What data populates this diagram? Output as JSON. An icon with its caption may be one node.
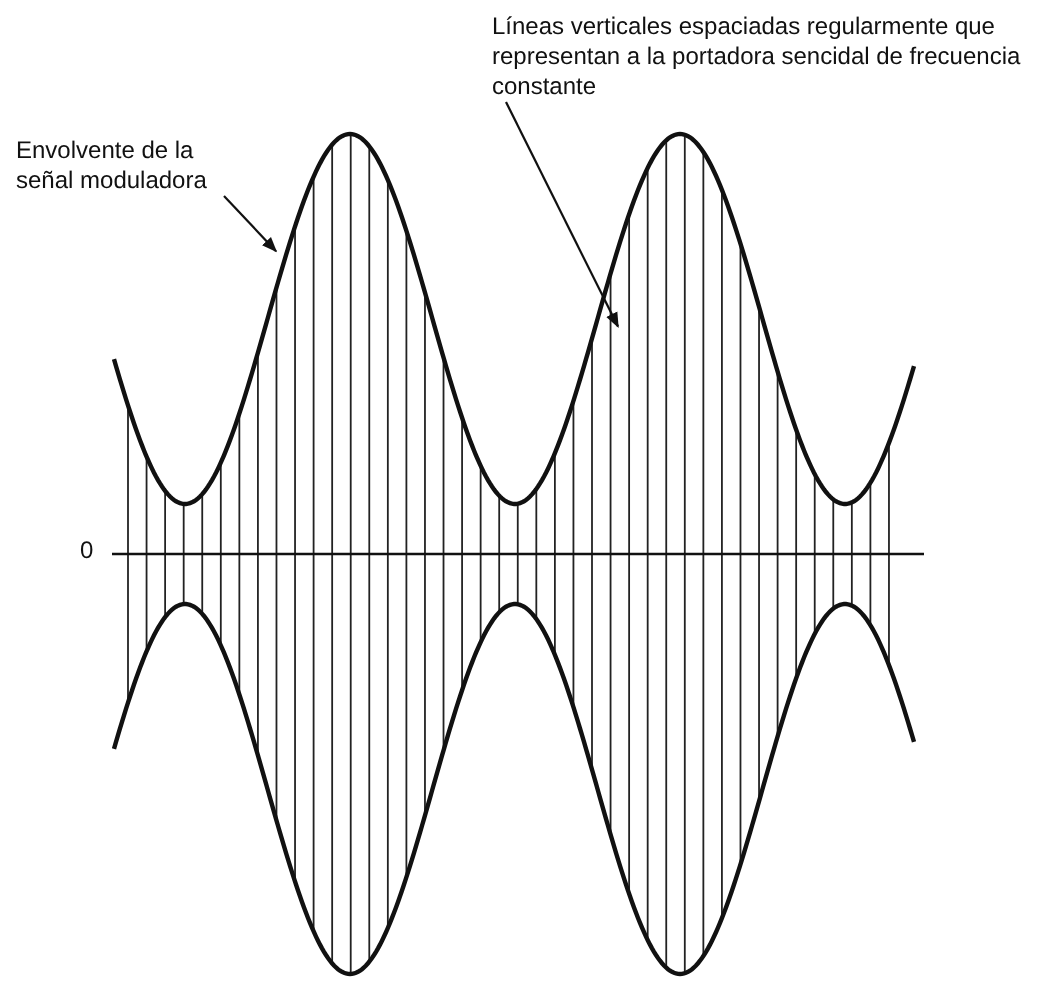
{
  "diagram": {
    "nodes": [
      {
        "text": [
          "Envolvente de la señal moduladora"
        ]
      },
      {
        "text": [],
        "shape": "curve"
      },
      {
        "text": [
          "Líneas verticales espaciadas regularmente que representan a la portadora sencidal de frecuencia constante"
        ]
      },
      {
        "text": [],
        "shape": "line"
      }
    ],
    "edges": [
      {
        "from": 0,
        "to": 1,
        "arrow": "to"
      },
      {
        "from": 2,
        "to": 3,
        "arrow": "to"
      }
    ],
    "labels": [
      "0"
    ]
  }
}
